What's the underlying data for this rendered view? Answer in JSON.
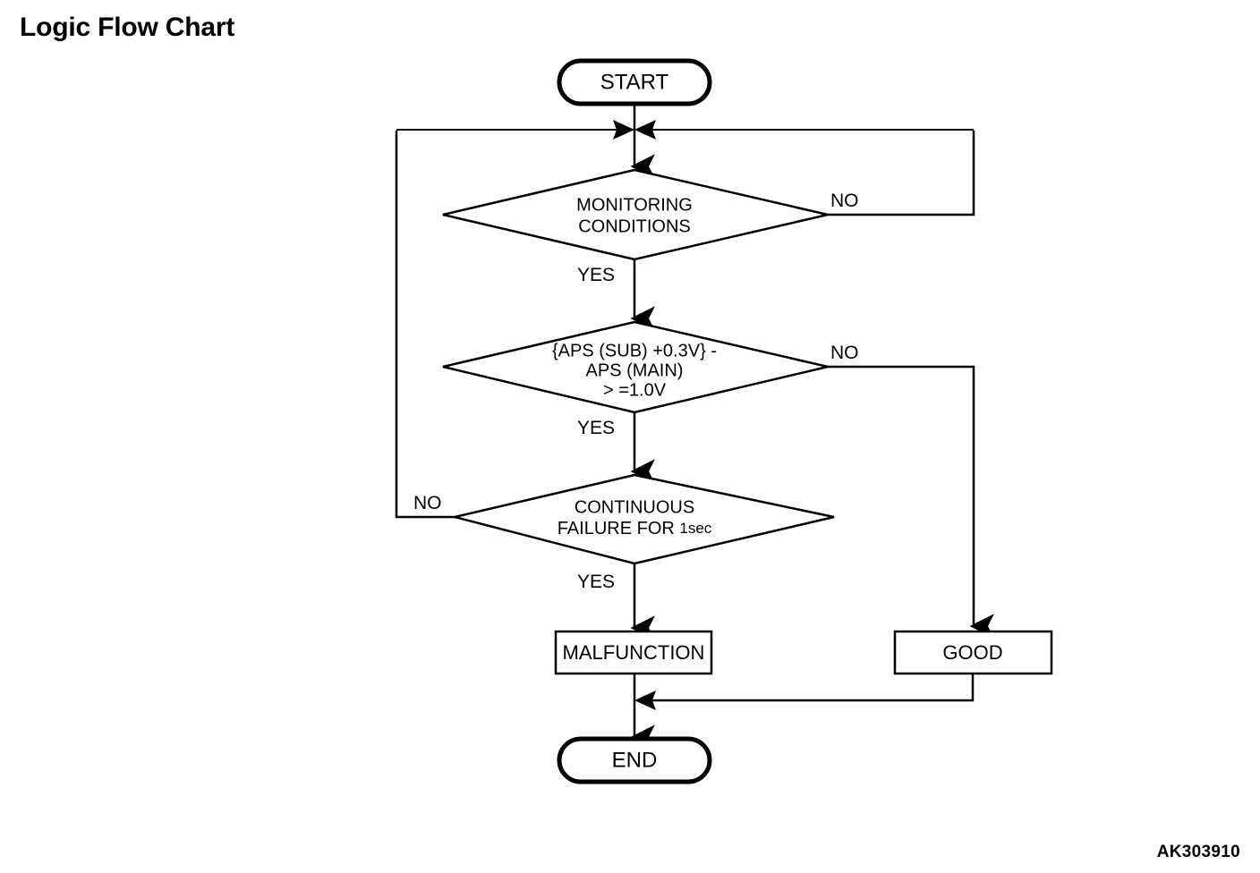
{
  "page": {
    "title": "Logic Flow Chart",
    "figure_code": "AK303910",
    "background_color": "#ffffff",
    "line_color": "#000000"
  },
  "diagram": {
    "type": "flowchart",
    "nodes": [
      {
        "id": "start",
        "shape": "terminal",
        "label": "START"
      },
      {
        "id": "monitoring",
        "shape": "decision",
        "lines": [
          "MONITORING",
          "CONDITIONS"
        ]
      },
      {
        "id": "aps",
        "shape": "decision",
        "lines": [
          "{APS (SUB) +0.3V} -",
          "APS (MAIN)",
          "> =1.0V"
        ]
      },
      {
        "id": "continuous",
        "shape": "decision",
        "lines": [
          "CONTINUOUS",
          "FAILURE FOR 1sec"
        ]
      },
      {
        "id": "malfunction",
        "shape": "process",
        "label": "MALFUNCTION"
      },
      {
        "id": "good",
        "shape": "process",
        "label": "GOOD"
      },
      {
        "id": "end",
        "shape": "terminal",
        "label": "END"
      }
    ],
    "edges": [
      {
        "from": "start",
        "to": "monitoring",
        "label": ""
      },
      {
        "from": "monitoring",
        "to": "aps",
        "label": "YES"
      },
      {
        "from": "monitoring",
        "to": "start-join",
        "label": "NO"
      },
      {
        "from": "aps",
        "to": "continuous",
        "label": "YES"
      },
      {
        "from": "aps",
        "to": "good",
        "label": "NO"
      },
      {
        "from": "continuous",
        "to": "start-join",
        "label": "NO"
      },
      {
        "from": "continuous",
        "to": "malfunction",
        "label": "YES"
      },
      {
        "from": "malfunction",
        "to": "end",
        "label": ""
      },
      {
        "from": "good",
        "to": "end",
        "label": ""
      }
    ],
    "labels": {
      "yes_1": "YES",
      "yes_2": "YES",
      "yes_3": "YES",
      "no_1": "NO",
      "no_2": "NO",
      "no_3": "NO"
    },
    "decision_lines": {
      "monitoring_l1": "MONITORING",
      "monitoring_l2": "CONDITIONS",
      "aps_l1": "{APS (SUB) +0.3V} -",
      "aps_l2": "APS (MAIN)",
      "aps_l3": "> =1.0V",
      "continuous_l1": "CONTINUOUS",
      "continuous_l2a": "FAILURE FOR ",
      "continuous_l2b": "1sec"
    },
    "node_labels": {
      "start": "START",
      "malfunction": "MALFUNCTION",
      "good": "GOOD",
      "end": "END"
    }
  }
}
